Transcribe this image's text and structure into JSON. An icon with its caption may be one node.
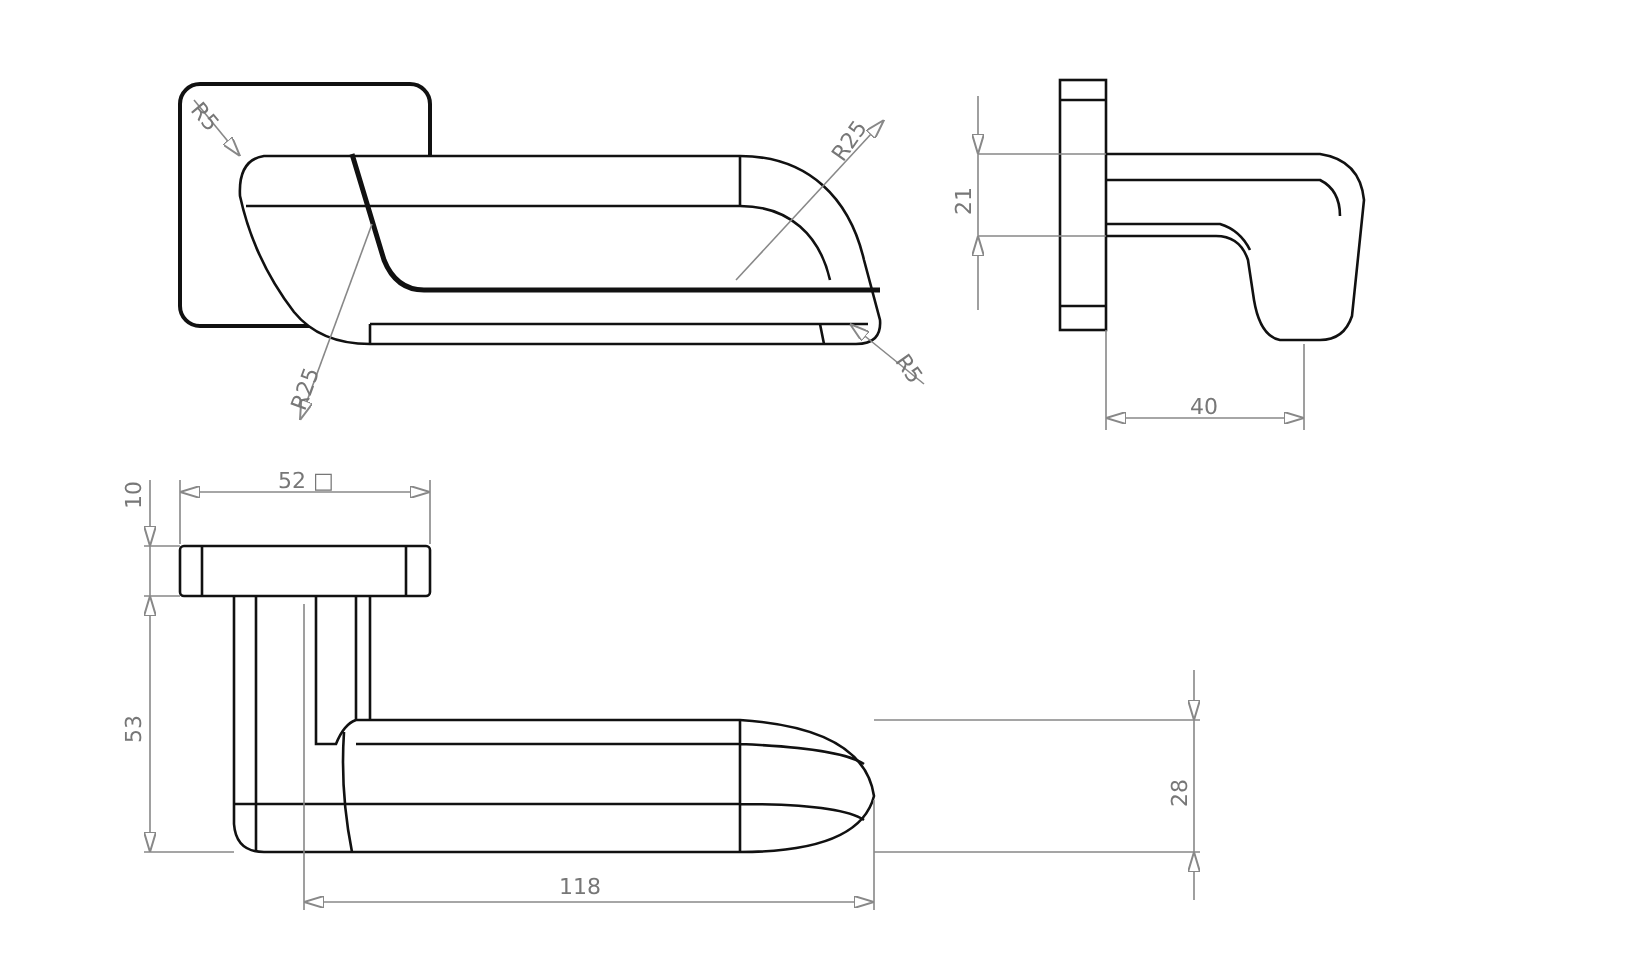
{
  "diagram": {
    "labels": [
      "R5",
      "R25",
      "21",
      "R25",
      "R5",
      "40",
      "52 □",
      "10",
      "53",
      "28",
      "118"
    ]
  }
}
